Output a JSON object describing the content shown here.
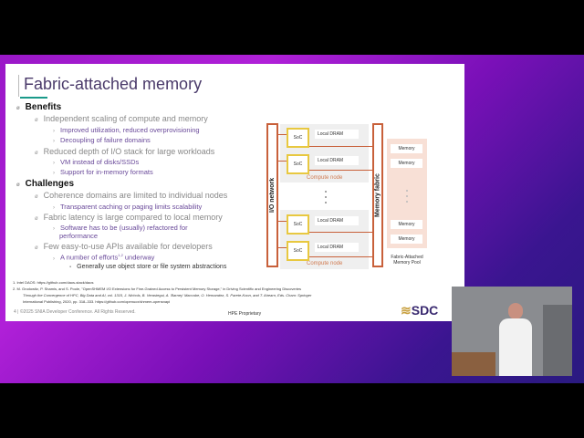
{
  "slide": {
    "title": "Fabric-attached memory",
    "bullets": [
      {
        "text": "Benefits",
        "level": 1
      },
      {
        "text": "Independent scaling of compute and memory",
        "level": 2
      },
      {
        "text": "Improved utilization, reduced overprovisioning",
        "level": 3
      },
      {
        "text": "Decoupling of failure domains",
        "level": 3
      },
      {
        "text": "Reduced depth of I/O stack for large workloads",
        "level": 2
      },
      {
        "text": "VM instead of disks/SSDs",
        "level": 3
      },
      {
        "text": "Support for in-memory formats",
        "level": 3
      },
      {
        "text": "Challenges",
        "level": 1
      },
      {
        "text": "Coherence domains are limited to individual nodes",
        "level": 2
      },
      {
        "text": "Transparent caching or paging limits scalability",
        "level": 3
      },
      {
        "text": "Fabric latency is large compared to local memory",
        "level": 2
      },
      {
        "text": "Software has to be (usually) refactored for",
        "level": 3
      },
      {
        "text": "performance",
        "level": 3
      },
      {
        "text": "Few easy-to-use APIs available for developers",
        "level": 2
      },
      {
        "text": "A number of efforts",
        "level": 3,
        "sup": "1,2",
        "after": " underway"
      },
      {
        "text": "Generally use object store or file system abstractions",
        "level": 4
      }
    ],
    "footnotes": [
      "1.   Intel DAOS: https://github.com/daos-stack/daos",
      "2.   M. Grodowitz, P. Shamis, and S. Poole, \"OpenSHMEM I/O Extensions for Fine-Grained Access to Persistent Memory Storage,\" in Driving Scientific and Engineering Discoveries",
      "Through the Convergence of HPC, Big Data and AI, vol. 1315, J. Nichols, B. Verastegui, A. 'Barney' Maccabe, O. Hernandez, S. Parete-Koon, and T. Ahearn, Eds. Cham: Springer",
      "International Publishing, 2020, pp. 318–333. https://github.com/openucx/shmem-opensnapi"
    ],
    "footer_left": "4 | ©2025 SNIA Developer Conference. All Rights Reserved.",
    "footer_center": "HPE Proprietary",
    "logo_text": "SDC"
  },
  "diagram": {
    "io_network": "I/O network",
    "memory_fabric": "Memory fabric",
    "soc": "SoC",
    "local_dram": "Local DRAM",
    "compute_node": "Compute node",
    "memory": "Memory",
    "pool_label_1": "Fabric-Attached",
    "pool_label_2": "Memory Pool"
  },
  "colors": {
    "accent": "#c8603a",
    "soc_border": "#e8c840",
    "title": "#4a3a6a",
    "sub": "#6a4a9a"
  }
}
